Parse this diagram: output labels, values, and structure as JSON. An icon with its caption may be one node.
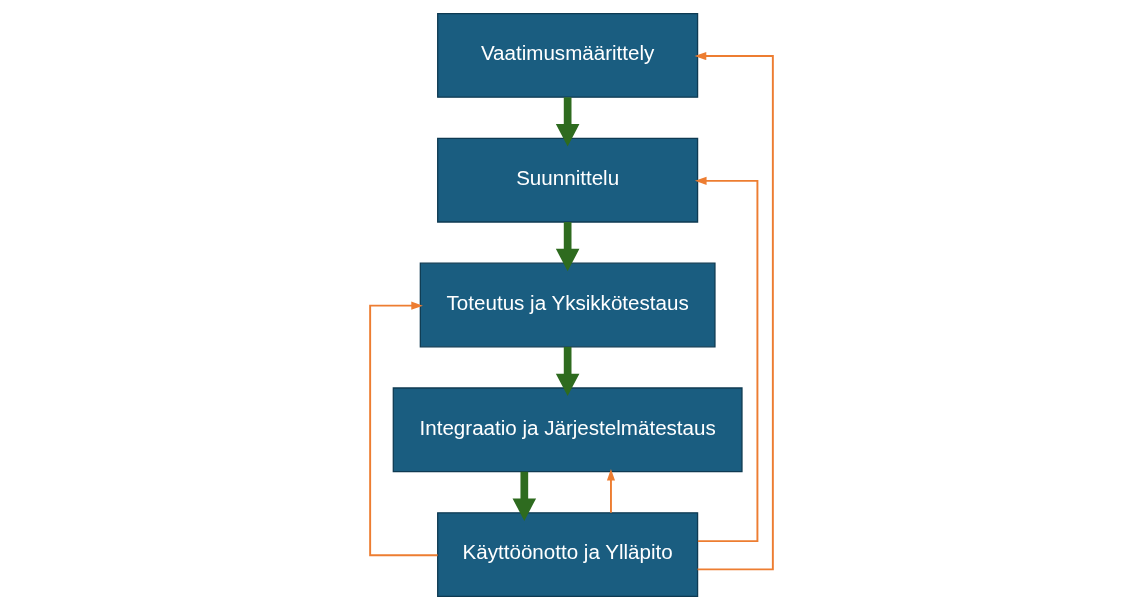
{
  "diagram": {
    "nodes": [
      {
        "text": [
          "Vaatimusmäärittely"
        ]
      },
      {
        "text": [
          "Suunnittelu"
        ]
      },
      {
        "text": [
          "Toteutus ja Yksikkötestaus"
        ]
      },
      {
        "text": [
          "Integraatio ja Järjestelmätestaus"
        ]
      },
      {
        "text": [
          "Käyttöönotto ja Ylläpito"
        ]
      }
    ],
    "edges": [
      {
        "from": 0,
        "to": 1,
        "arrow": "to",
        "style": "thick",
        "color": "#2e6b1f"
      },
      {
        "from": 1,
        "to": 2,
        "arrow": "to",
        "style": "thick",
        "color": "#2e6b1f"
      },
      {
        "from": 2,
        "to": 3,
        "arrow": "to",
        "style": "thick",
        "color": "#2e6b1f"
      },
      {
        "from": 3,
        "to": 4,
        "arrow": "to",
        "style": "thick",
        "color": "#2e6b1f"
      },
      {
        "from": 4,
        "to": 3,
        "arrow": "to",
        "color": "#ed7d31"
      },
      {
        "from": 4,
        "to": 2,
        "arrow": "to",
        "color": "#ed7d31"
      },
      {
        "from": 4,
        "to": 1,
        "arrow": "to",
        "color": "#ed7d31"
      },
      {
        "from": 4,
        "to": 0,
        "arrow": "to",
        "color": "#ed7d31"
      }
    ]
  }
}
